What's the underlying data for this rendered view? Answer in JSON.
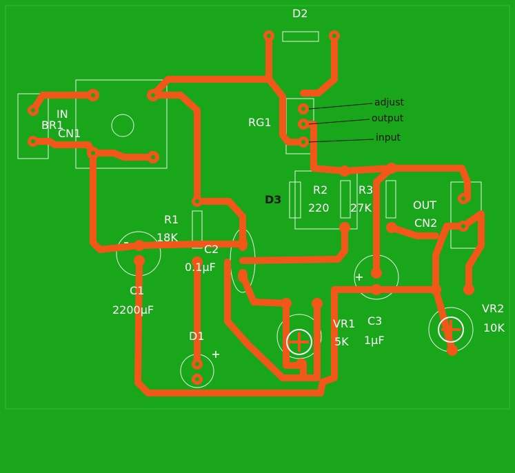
{
  "colors": {
    "board": "#1aa61a",
    "board_edge": "#22b422",
    "trace": "#f2571a",
    "pad": "#f2571a",
    "silkscreen": "#ffffff",
    "annotation": "#111111"
  },
  "labels": {
    "d2": "D2",
    "in": "IN",
    "br1": "BR1",
    "cn1": "CN1",
    "rg1": "RG1",
    "adjust": "adjust",
    "output": "output",
    "input": "input",
    "d3": "D3",
    "r2": "R2",
    "r2_value": "220",
    "r3": "R3",
    "r3_value": "27K",
    "out": "OUT",
    "cn2": "CN2",
    "r1": "R1",
    "r1_value": "18K",
    "c2": "C2",
    "c2_value": "0.1µF",
    "c1": "C1",
    "c1_value": "2200µF",
    "d1": "D1",
    "vr1": "VR1",
    "vr1_value": "5K",
    "c3": "C3",
    "c3_value": "1µF",
    "vr2": "VR2",
    "vr2_value": "10K"
  }
}
